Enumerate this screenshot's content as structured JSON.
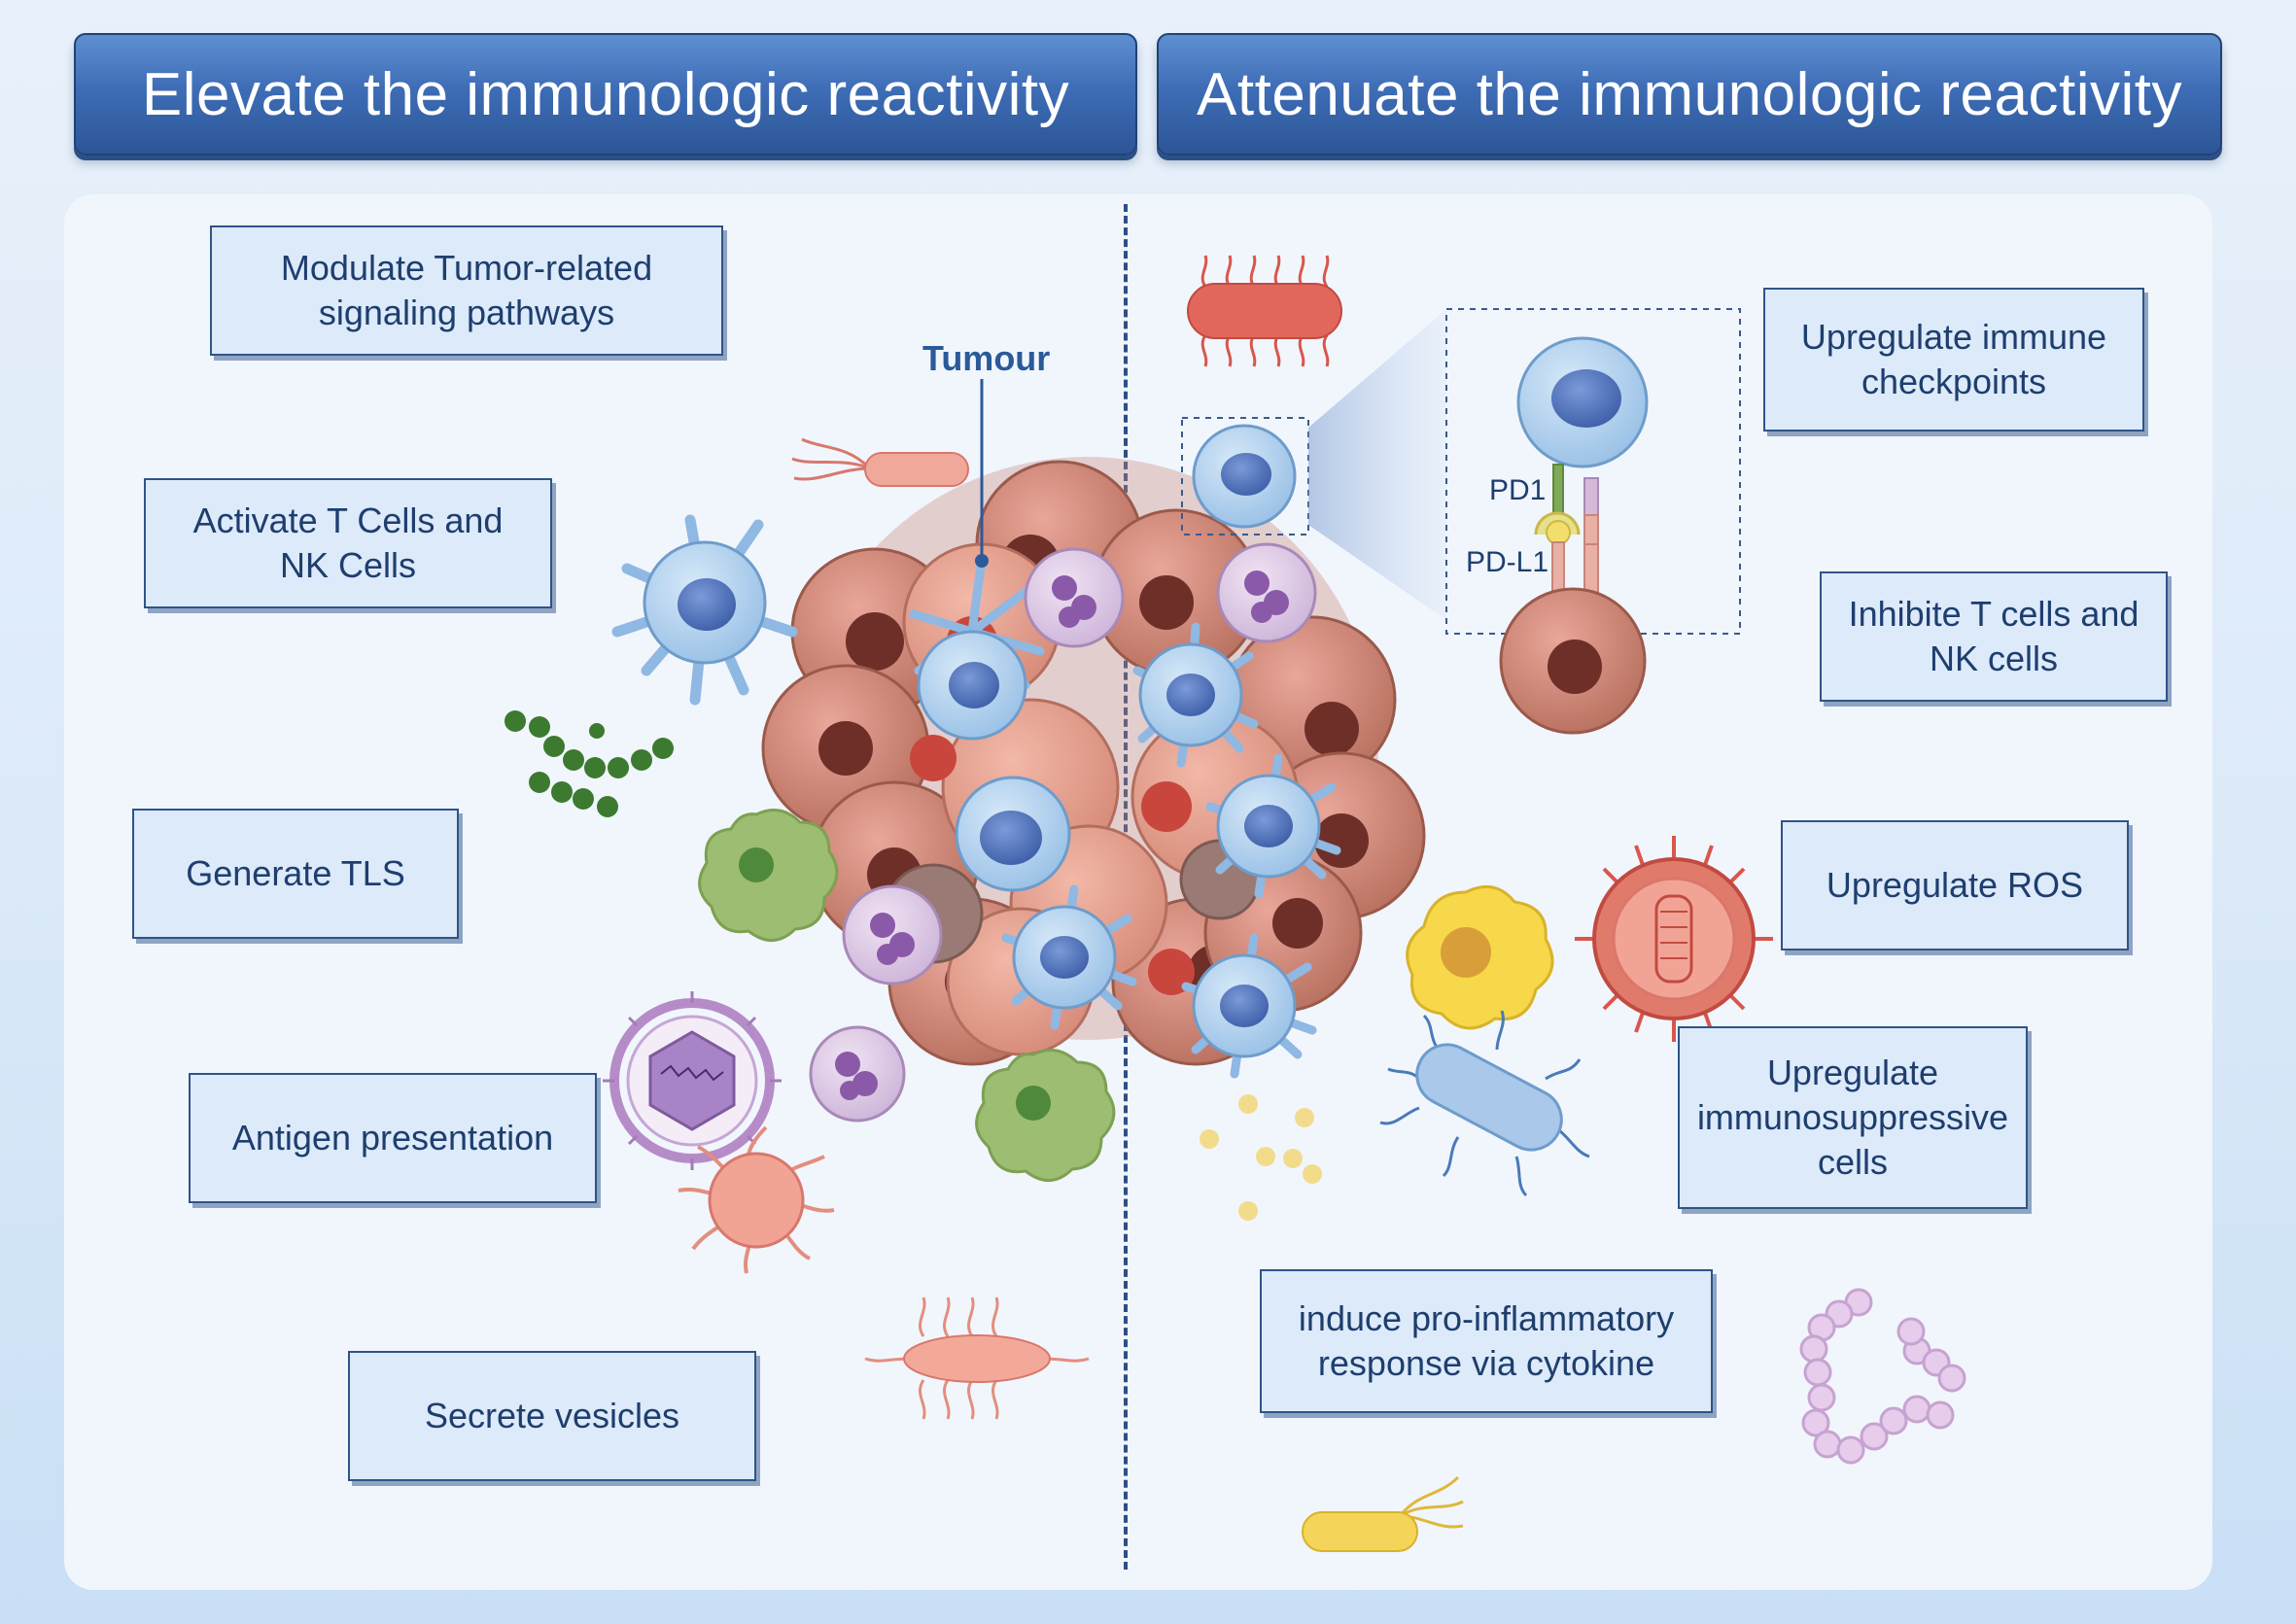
{
  "headers": {
    "left": "Elevate the immunologic reactivity",
    "right": "Attenuate the immunologic reactivity"
  },
  "left_boxes": [
    "Modulate Tumor-related\nsignaling pathways",
    "Activate T Cells and\nNK Cells",
    "Generate TLS",
    "Antigen presentation",
    "Secrete vesicles"
  ],
  "right_boxes": [
    "Upregulate immune\ncheckpoints",
    "Inhibite T cells and\nNK cells",
    "Upregulate ROS",
    "Upregulate\nimmunosuppressive\ncells",
    "induce pro-inflammatory\nresponse via cytokine"
  ],
  "tumour_label": "Tumour",
  "inset": {
    "pd1_label": "PD1",
    "pdl1_label": "PD-L1"
  },
  "colors": {
    "header_blue": "#3e6db6",
    "box_fill": "#dceafa",
    "box_border": "#2f5488",
    "text_blue": "#1e3e6e",
    "tumour_pink": "#d98a7e",
    "immune_blue": "#a9cdee",
    "divider": "#2d4f86"
  }
}
